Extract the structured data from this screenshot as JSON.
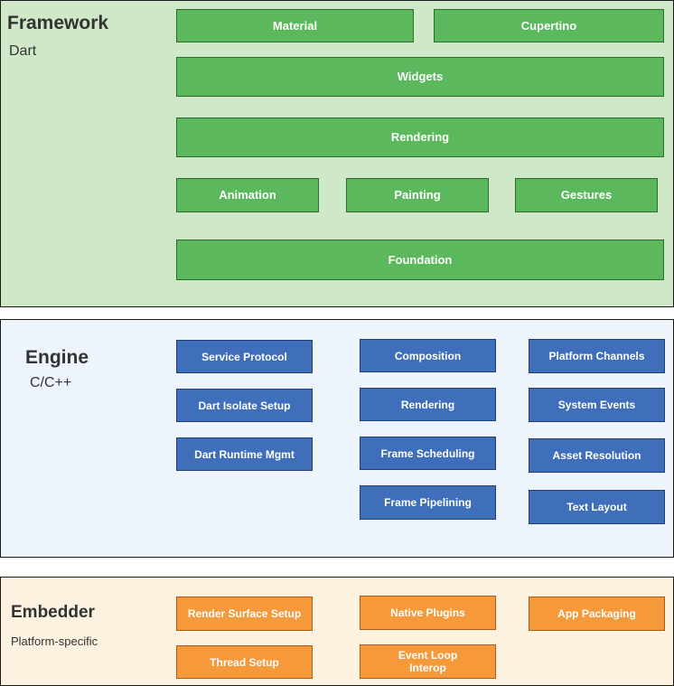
{
  "framework": {
    "title": "Framework",
    "subtitle": "Dart",
    "components": {
      "material": "Material",
      "cupertino": "Cupertino",
      "widgets": "Widgets",
      "rendering": "Rendering",
      "animation": "Animation",
      "painting": "Painting",
      "gestures": "Gestures",
      "foundation": "Foundation"
    }
  },
  "engine": {
    "title": "Engine",
    "subtitle": "C/C++",
    "components": {
      "service_protocol": "Service Protocol",
      "dart_isolate_setup": "Dart Isolate Setup",
      "dart_runtime_mgmt": "Dart Runtime Mgmt",
      "composition": "Composition",
      "rendering": "Rendering",
      "frame_scheduling": "Frame Scheduling",
      "frame_pipelining": "Frame Pipelining",
      "platform_channels": "Platform Channels",
      "system_events": "System Events",
      "asset_resolution": "Asset Resolution",
      "text_layout": "Text Layout"
    }
  },
  "embedder": {
    "title": "Embedder",
    "subtitle": "Platform-specific",
    "components": {
      "render_surface_setup": "Render Surface Setup",
      "native_plugins": "Native Plugins",
      "app_packaging": "App Packaging",
      "thread_setup": "Thread Setup",
      "event_loop_interop": "Event Loop\nInterop"
    }
  },
  "colors": {
    "framework_bg": "#cfe8c8",
    "framework_box": "#5cb85c",
    "engine_bg": "#eef4fb",
    "engine_box": "#3f6fba",
    "embedder_bg": "#fdf2df",
    "embedder_box": "#f5993a"
  }
}
